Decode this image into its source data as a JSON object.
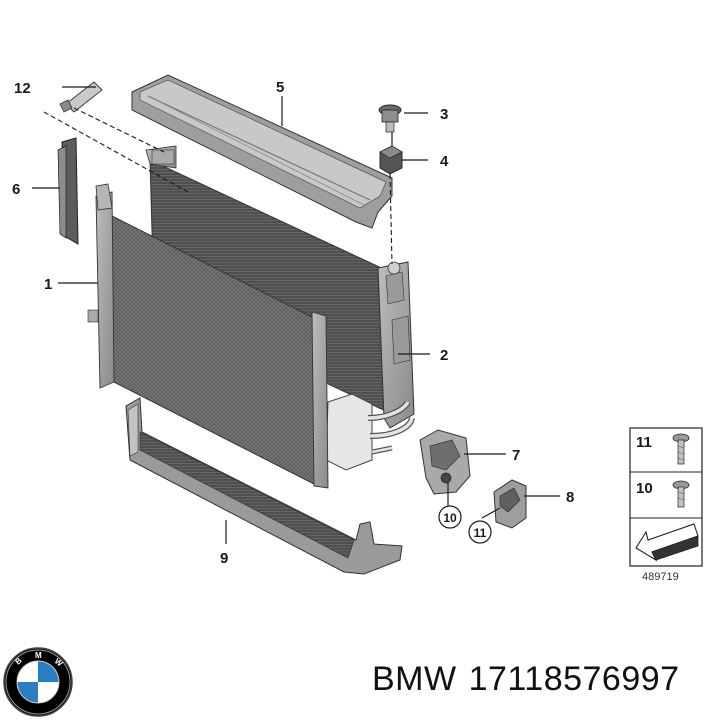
{
  "callouts": {
    "c1": "1",
    "c2": "2",
    "c3": "3",
    "c4": "4",
    "c5": "5",
    "c6": "6",
    "c7": "7",
    "c8": "8",
    "c9": "9",
    "c10": "10",
    "c11": "11",
    "c12": "12"
  },
  "circled": {
    "a": "10",
    "b": "11"
  },
  "legend": {
    "row1": "11",
    "row2": "10",
    "code": "489719"
  },
  "caption": {
    "brand": "BMW",
    "part_number": "17118576997"
  },
  "logo": {
    "letters": [
      "B",
      "M",
      "W"
    ],
    "colors": {
      "ring": "#000000",
      "blue": "#2a7ec1",
      "white": "#ffffff"
    }
  }
}
